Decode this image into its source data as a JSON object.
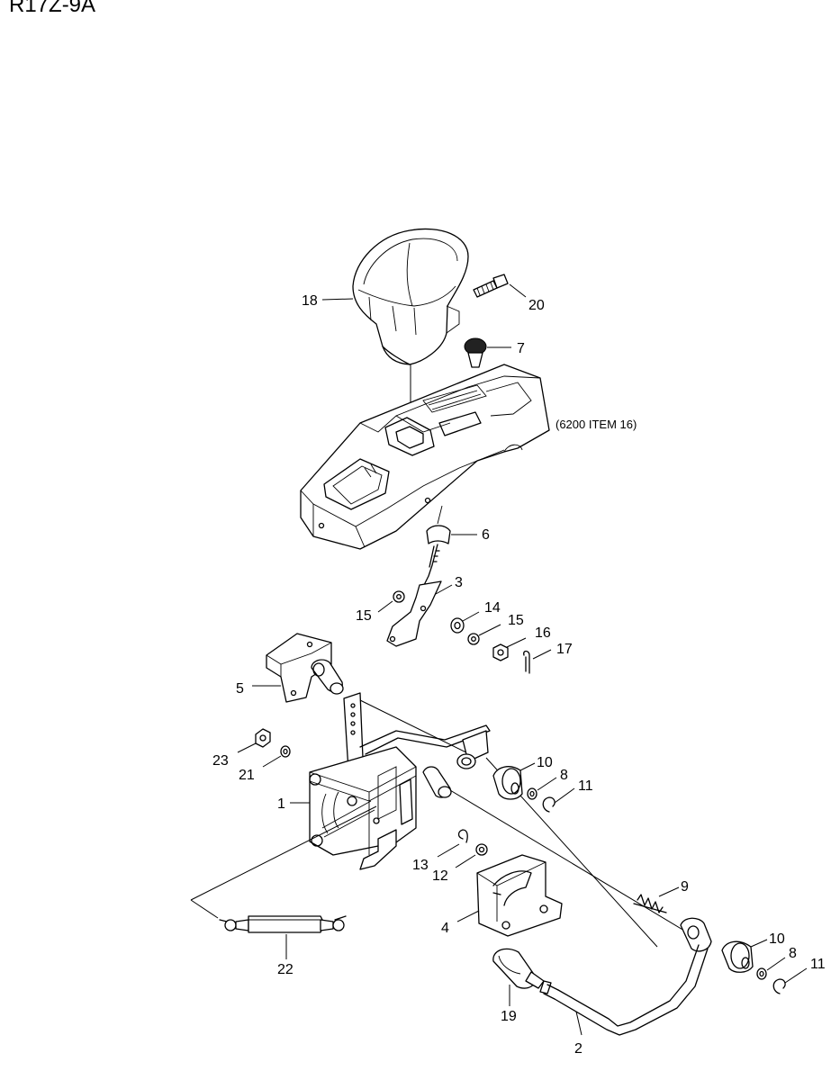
{
  "header": {
    "model_code": "R17Z-9A",
    "title": ""
  },
  "note": "(6200 ITEM 16)",
  "callouts": {
    "c1": "1",
    "c2": "2",
    "c3": "3",
    "c4": "4",
    "c5": "5",
    "c6": "6",
    "c7": "7",
    "c8a": "8",
    "c8b": "8",
    "c9": "9",
    "c10a": "10",
    "c10b": "10",
    "c11a": "11",
    "c11b": "11",
    "c12": "12",
    "c13": "13",
    "c14": "14",
    "c15a": "15",
    "c15b": "15",
    "c16": "16",
    "c17": "17",
    "c18": "18",
    "c19": "19",
    "c20": "20",
    "c21": "21",
    "c22": "22",
    "c23": "23"
  }
}
